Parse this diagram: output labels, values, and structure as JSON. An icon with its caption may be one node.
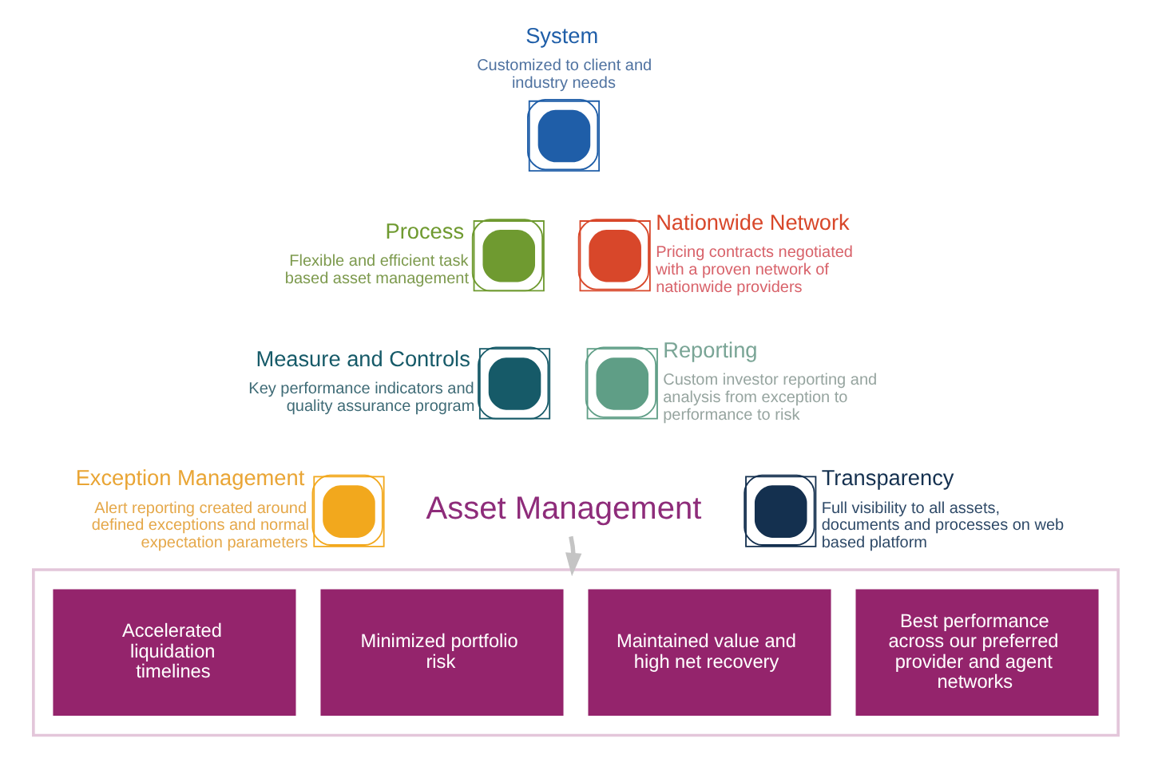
{
  "diagram": {
    "nodes": [
      {
        "text": [
          "System",
          "Customized to client and industry needs"
        ]
      },
      {
        "text": [
          "Process",
          "Flexible and efficient task based asset management"
        ]
      },
      {
        "text": [
          "Nationwide Network",
          "Pricing contracts negotiated with a proven network of nationwide providers"
        ]
      },
      {
        "text": [
          "Measure and Controls",
          "Key performance indicators and quality assurance program"
        ]
      },
      {
        "text": [
          "Reporting",
          "Custom investor reporting and analysis from exception to performance to risk"
        ]
      },
      {
        "text": [
          "Exception Management",
          "Alert reporting created around defined exceptions and normal expectation parameters"
        ]
      },
      {
        "text": [
          "Asset Management"
        ]
      },
      {
        "text": [
          "Transparency",
          "Full visibility to all assets, documents and processes on web based platform"
        ]
      },
      {
        "text": [],
        "shape": "box"
      },
      {
        "text": [
          "Accelerated liquidation timelines"
        ],
        "in": 8
      },
      {
        "text": [
          "Minimized portfolio risk"
        ],
        "in": 8
      },
      {
        "text": [
          "Maintained value and high net recovery"
        ],
        "in": 8
      },
      {
        "text": [
          "Best performance across our preferred provider and agent networks"
        ],
        "in": 8
      }
    ],
    "edges": [
      {
        "from": 6,
        "to": 8,
        "arrow": "to"
      }
    ]
  }
}
